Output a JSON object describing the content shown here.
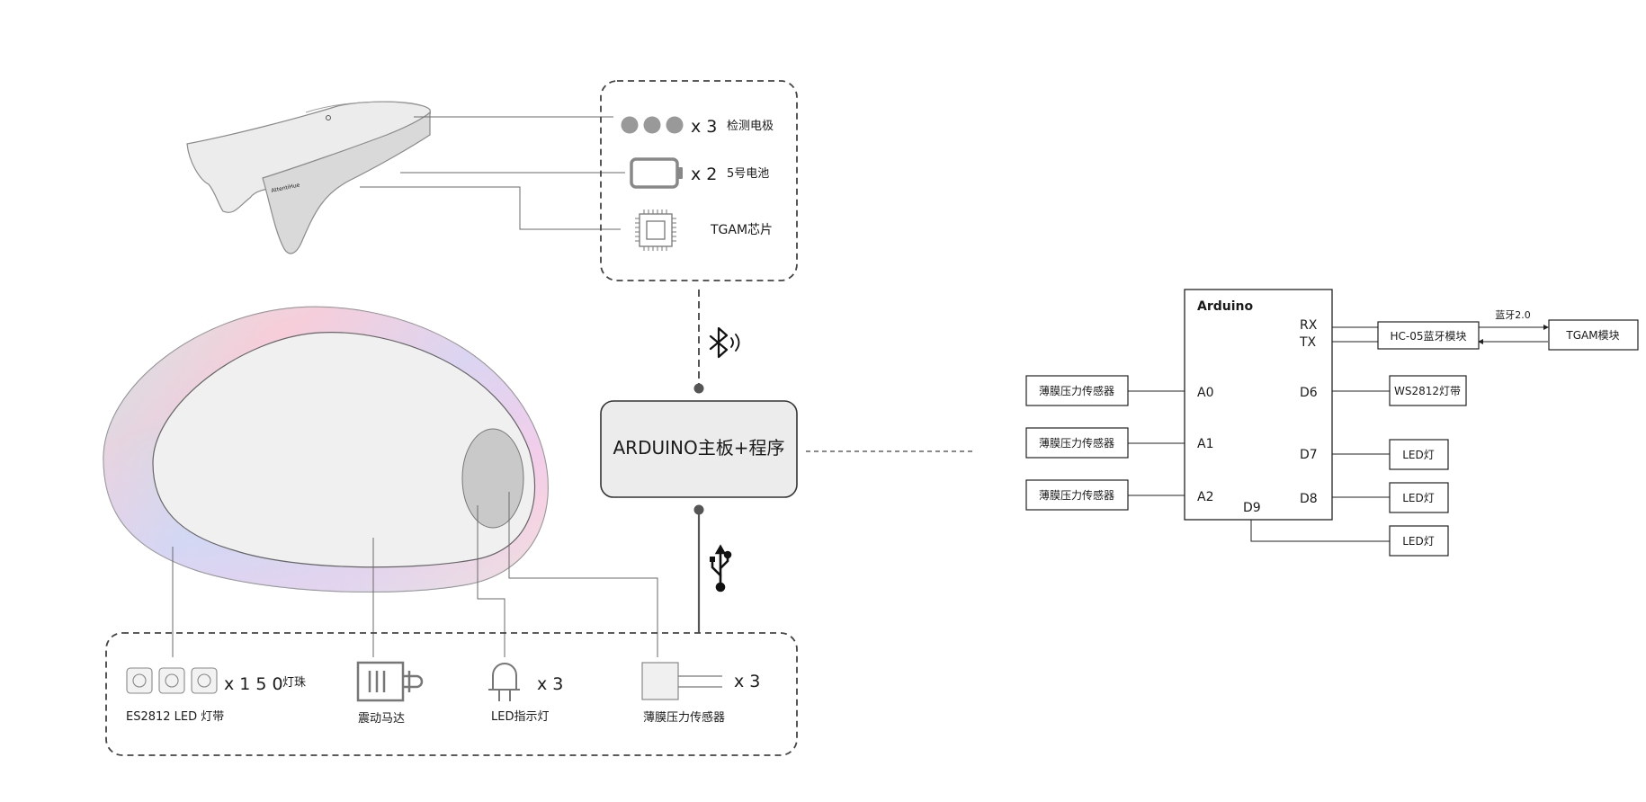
{
  "headband_parts": {
    "electrodes": {
      "count": "x 3",
      "label": "检测电极"
    },
    "battery": {
      "count": "x 2",
      "label": "5号电池"
    },
    "chip": {
      "label": "TGAM芯片"
    }
  },
  "main_board": {
    "label": "ARDUINO主板+程序"
  },
  "device_parts": {
    "led_strip": {
      "count": "x 1 5 0",
      "unit": "灯珠",
      "label": "ES2812 LED 灯带"
    },
    "motor": {
      "label": "震动马达"
    },
    "led": {
      "count": "x 3",
      "label": "LED指示灯"
    },
    "sensor": {
      "count": "x 3",
      "label": "薄膜压力传感器"
    }
  },
  "circuit": {
    "board_title": "Arduino",
    "pins": {
      "rx": "RX",
      "tx": "TX",
      "a0": "A0",
      "a1": "A1",
      "a2": "A2",
      "d6": "D6",
      "d7": "D7",
      "d8": "D8",
      "d9": "D9"
    },
    "bt_module": "HC-05蓝牙模块",
    "bt_link": "蓝牙2.0",
    "tgam_module": "TGAM模块",
    "sensors": [
      "薄膜压力传感器",
      "薄膜压力传感器",
      "薄膜压力传感器"
    ],
    "led_strip": "WS2812灯带",
    "leds": [
      "LED灯",
      "LED灯",
      "LED灯"
    ]
  }
}
